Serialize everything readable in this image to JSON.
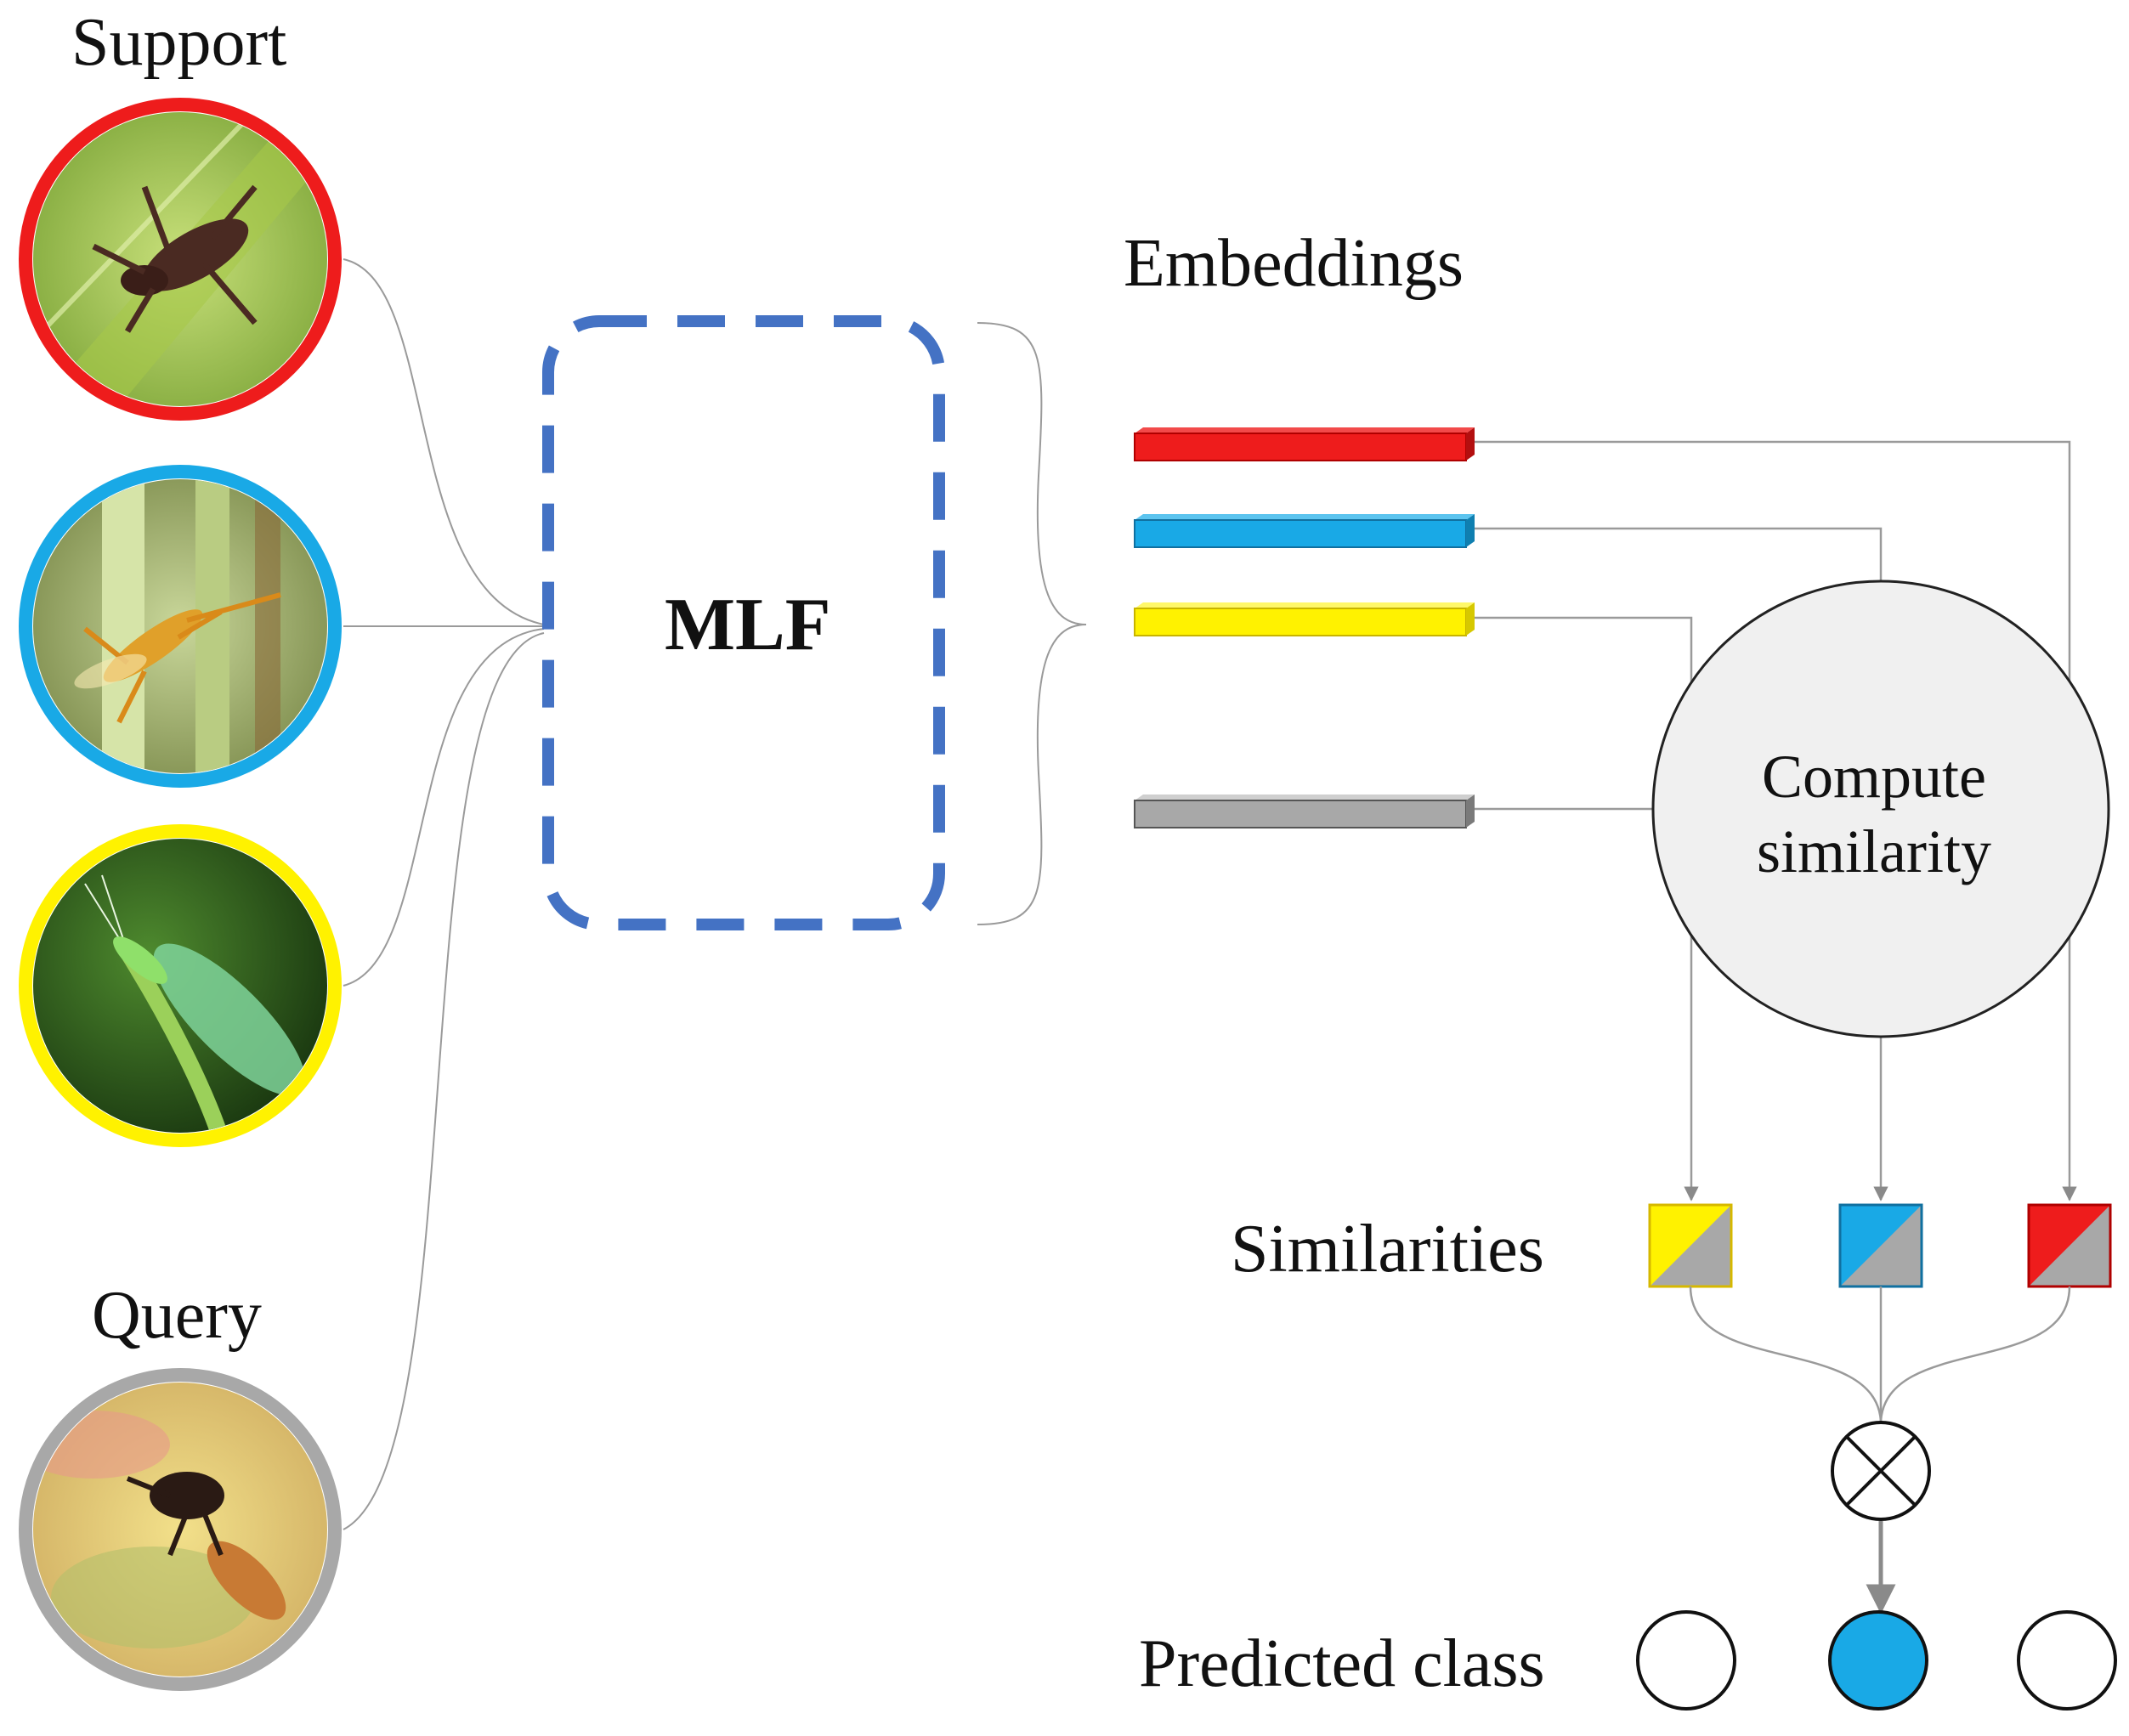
{
  "labels": {
    "support": "Support",
    "query": "Query",
    "module": "MLF",
    "embeddings": "Embeddings",
    "compute": "Compute similarity",
    "similarities": "Similarities",
    "predicted": "Predicted class"
  },
  "colors": {
    "class_a": "#ee1c1c",
    "class_b": "#19a9e6",
    "class_c": "#fff200",
    "query": "#a8a8a8",
    "module_border": "#4472c4",
    "compute_fill": "#f0f0f0",
    "connector": "#9a9a9a"
  },
  "support_images": [
    "leaf-footed bug on leaf",
    "wasp on grass stem",
    "green lacewing"
  ],
  "query_image": "wasp on leaf",
  "predicted_class_index": 1
}
